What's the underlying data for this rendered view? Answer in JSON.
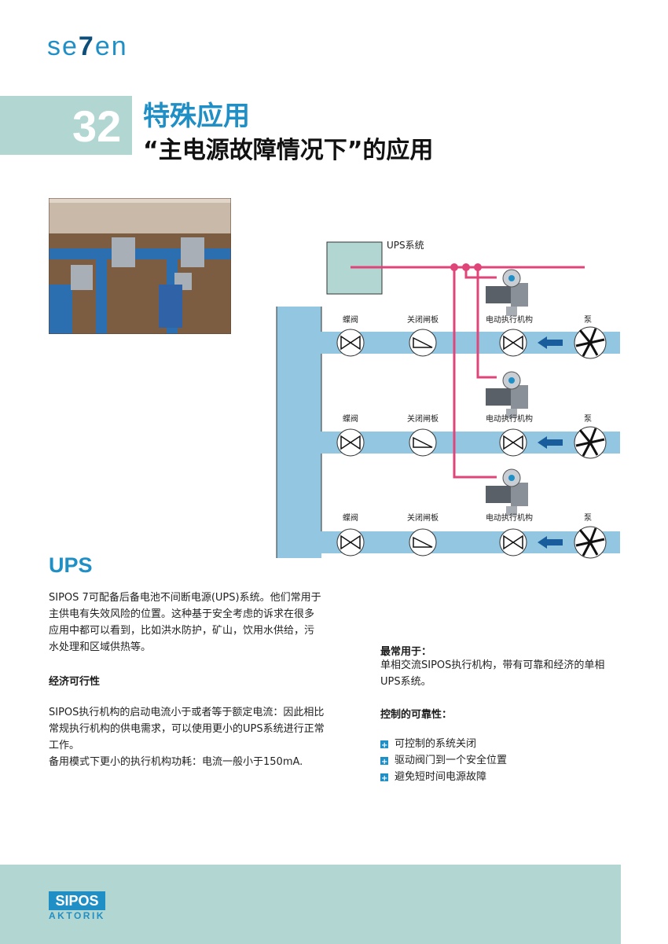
{
  "brand": {
    "logo_text_a": "se",
    "logo_text_v": "7",
    "logo_text_b": "en"
  },
  "header": {
    "chapter_number": "32",
    "section_title": "特殊应用",
    "page_title": "“主电源故障情况下”的应用"
  },
  "diagram": {
    "ups_label": "UPS系统",
    "rows": [
      {
        "labels": [
          "蝶阀",
          "关闭闸板",
          "电动执行机构",
          "泵"
        ]
      },
      {
        "labels": [
          "蝶阀",
          "关闭闸板",
          "电动执行机构",
          "泵"
        ]
      },
      {
        "labels": [
          "蝶阀",
          "关闭闸板",
          "电动执行机构",
          "泵"
        ]
      }
    ]
  },
  "ups_section": {
    "heading": "UPS",
    "paragraph": "SIPOS 7可配备后备电池不间断电源(UPS)系统。他们常用于主供电有失效风险的位置。这种基于安全考虑的诉求在很多应用中都可以看到，比如洪水防护，矿山，饮用水供给，污水处理和区域供热等。",
    "econ_heading": "经济可行性",
    "econ_paragraph": "SIPOS执行机构的启动电流小于或者等于额定电流：因此相比常规执行机构的供电需求，可以使用更小的UPS系统进行正常工作。",
    "econ_standby": "备用模式下更小的执行机构功耗：电流一般小于150mA."
  },
  "right_column": {
    "most_used_heading": "最常用于：",
    "most_used_text": "单相交流SIPOS执行机构，带有可靠和经济的单相UPS系统。",
    "reliability_heading": "控制的可靠性：",
    "bullets": [
      "可控制的系统关闭",
      "驱动阀门到一个安全位置",
      "避免短时间电源故障"
    ]
  },
  "footer": {
    "logo_top": "SIPOS",
    "logo_bottom": "AKTORIK"
  },
  "colors": {
    "accent": "#1f8fc6",
    "band": "#b2d6d2",
    "pipe": "#93c6e0",
    "power_line": "#e0457a"
  }
}
